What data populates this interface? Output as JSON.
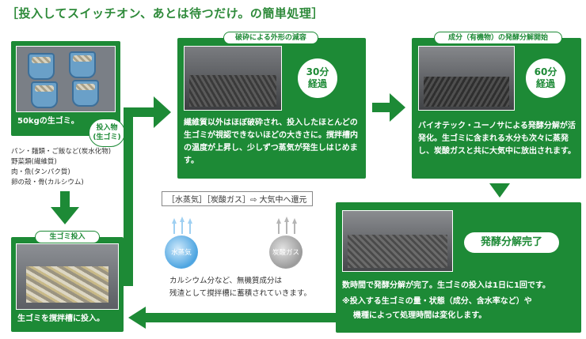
{
  "header": {
    "title": "［投入してスイッチオン、あとは待つだけ。の簡単処理］"
  },
  "input": {
    "caption": "50kgの生ゴミ。",
    "tag_line1": "投入物",
    "tag_line2": "(生ゴミ)",
    "items": [
      "パン・麺類・ご飯など(炭水化物)",
      "野菜類(繊維質)",
      "肉・魚(タンパク質)",
      "卵の殻・骨(カルシウム)"
    ]
  },
  "step_crush": {
    "tab": "破砕による外形の減容",
    "badge_line1": "30分",
    "badge_line2": "経過",
    "text": "繊維質以外はほぼ破砕され、投入したほとんどの生ゴミが視認できないほどの大きさに。撹拌槽内の温度が上昇し、少しずつ蒸気が発生しはじめます。"
  },
  "step_ferment": {
    "tab": "成分（有機物）の発酵分解開始",
    "badge_line1": "60分",
    "badge_line2": "経過",
    "text": "バイオテック・ユーノサによる発酵分解が活発化。生ゴミに含まれる水分も次々に蒸発し、炭酸ガスと共に大気中に放出されます。"
  },
  "step_done": {
    "badge": "発酵分解完了",
    "text1": "数時間で発酵分解が完了。生ゴミの投入は1日に1回です。",
    "text2": "※投入する生ゴミの量・状態（成分、含水率など）や",
    "text3": "機種によって処理時間は変化します。"
  },
  "step_insert": {
    "tab": "生ゴミ投入",
    "text": "生ゴミを撹拌槽に投入。"
  },
  "emission": {
    "label": "［水蒸気］［炭酸ガス］⇨ 大気中へ還元",
    "vapor": "水蒸気",
    "co2": "炭酸ガス",
    "note_line1": "カルシウム分など、無機質成分は",
    "note_line2": "残渣として撹拌槽に蓄積されていきます。"
  },
  "colors": {
    "green": "#1d8a36",
    "vapor": "#4aa3e0",
    "co2": "#9a9a9a"
  }
}
